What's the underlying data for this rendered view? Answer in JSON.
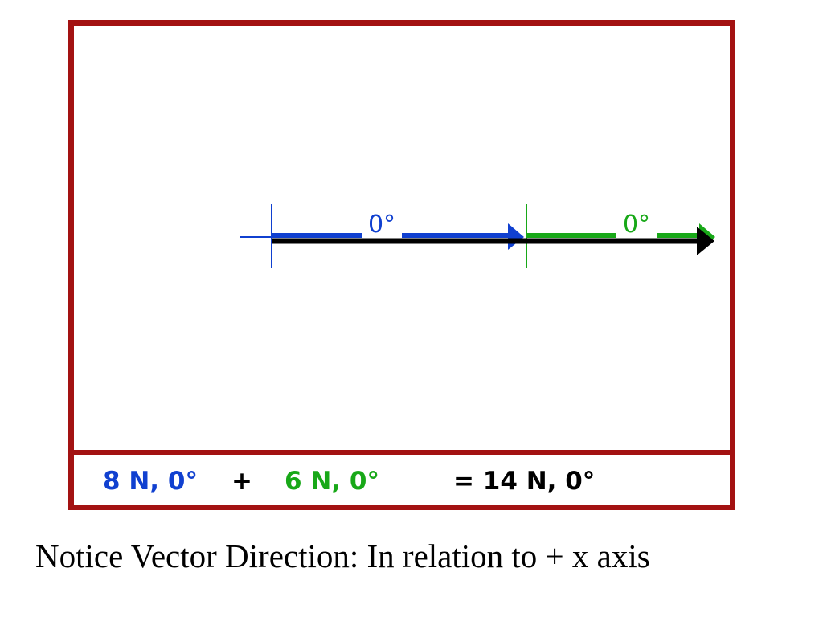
{
  "colors": {
    "frame": "#a31212",
    "vector_a": "#1040d0",
    "vector_b": "#18a818",
    "resultant": "#000000"
  },
  "vectors": [
    {
      "name": "vector-a",
      "magnitude": 8,
      "unit": "N",
      "angle_deg": 0,
      "color": "#1040d0"
    },
    {
      "name": "vector-b",
      "magnitude": 6,
      "unit": "N",
      "angle_deg": 0,
      "color": "#18a818"
    }
  ],
  "resultant": {
    "magnitude": 14,
    "unit": "N",
    "angle_deg": 0
  },
  "labels": {
    "angle_a": "0°",
    "angle_b": "0°"
  },
  "equation": {
    "term_a": "8 N, 0°",
    "plus": "+",
    "term_b": "6 N, 0°",
    "result": "= 14 N, 0°"
  },
  "caption": "Notice Vector Direction: In relation to + x axis"
}
